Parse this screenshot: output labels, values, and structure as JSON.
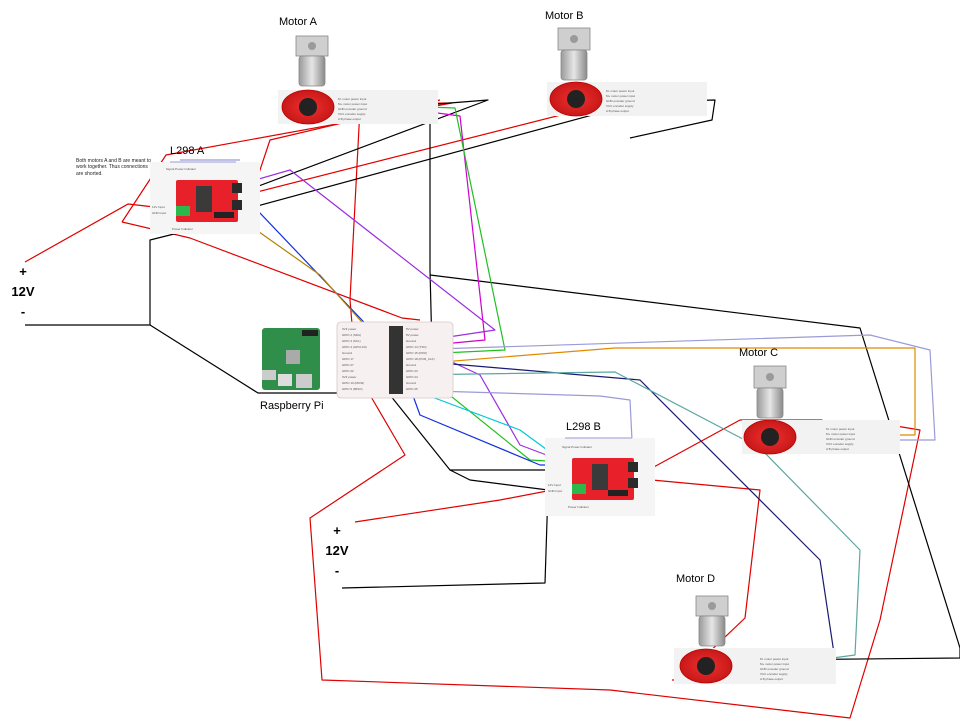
{
  "motors": {
    "a": {
      "label": "Motor A"
    },
    "b": {
      "label": "Motor B"
    },
    "c": {
      "label": "Motor C"
    },
    "d": {
      "label": "Motor D"
    }
  },
  "drivers": {
    "a": {
      "label": "L298 A"
    },
    "b": {
      "label": "L298 B"
    }
  },
  "pi": {
    "label": "Raspberry Pi"
  },
  "supplies": {
    "a": {
      "plus": "+",
      "voltage": "12V",
      "minus": "-"
    },
    "b": {
      "plus": "+",
      "voltage": "12V",
      "minus": "-"
    }
  },
  "note": "Both motors A and B are meant to work together. Thus connections are shorted.",
  "colors": {
    "power": "#e00000",
    "ground": "#000000",
    "purple": "#9b30e0",
    "magenta": "#d000d0",
    "green": "#20c020",
    "blue": "#1030e0",
    "orange": "#e08a00",
    "olive": "#b08400",
    "cyan": "#00c8d8",
    "teal": "#5aa8a0",
    "navy": "#1a1a70",
    "lavender": "#9a9ad8",
    "board": "#e8202a"
  }
}
